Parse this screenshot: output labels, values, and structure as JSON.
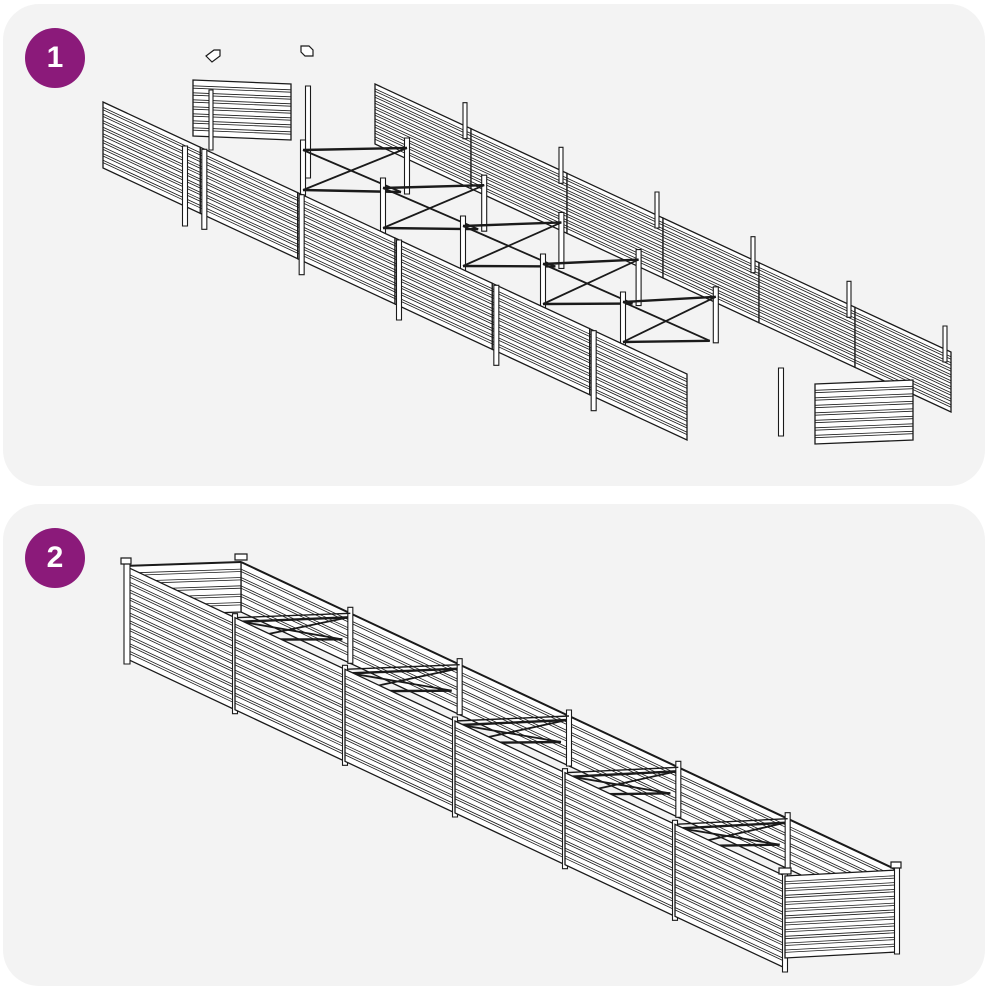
{
  "steps": [
    {
      "number": "1",
      "illustration": "exploded-parts-view"
    },
    {
      "number": "2",
      "illustration": "assembled-raised-bed"
    }
  ],
  "colors": {
    "badge": "#8b1a7a",
    "badge_text": "#ffffff",
    "panel_background": "#f3f3f3",
    "line_art": "#1a1a1a",
    "part_fill": "#ffffff"
  },
  "layout": {
    "exploded_modules": 6,
    "assembled_modules": 6,
    "corrugation_ribs": 10
  }
}
